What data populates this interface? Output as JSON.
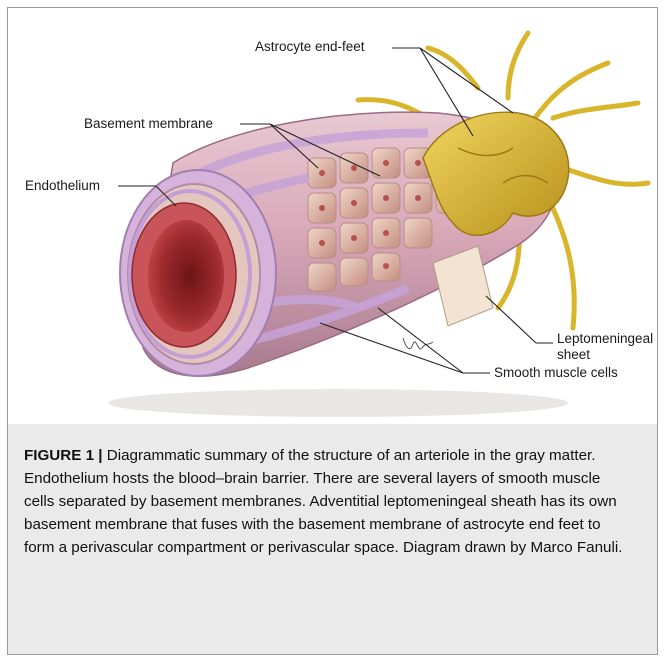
{
  "labels": {
    "astrocyte_end_feet": "Astrocyte end-feet",
    "basement_membrane": "Basement membrane",
    "endothelium": "Endothelium",
    "leptomeningeal_sheet_line1": "Leptomeningeal",
    "leptomeningeal_sheet_line2": "sheet",
    "smooth_muscle_cells": "Smooth muscle cells"
  },
  "caption": {
    "figure_label": "FIGURE 1 |",
    "text": " Diagrammatic summary of the structure of an arteriole in the gray matter. Endothelium hosts the blood–brain barrier. There are several layers of smooth muscle cells separated by basement membranes. Adventitial leptomeningeal sheath has its own basement membrane that fuses with the basement membrane of astrocyte end feet to form a perivascular compartment or perivascular space. Diagram drawn by Marco Fanuli."
  },
  "colors": {
    "lumen": "#8e1f24",
    "endothelium": "#c9555a",
    "muscle": "#d8a99c",
    "basement": "#c9a2d6",
    "astrocyte": "#d8b52a",
    "caption_bg": "#eaeaea"
  }
}
